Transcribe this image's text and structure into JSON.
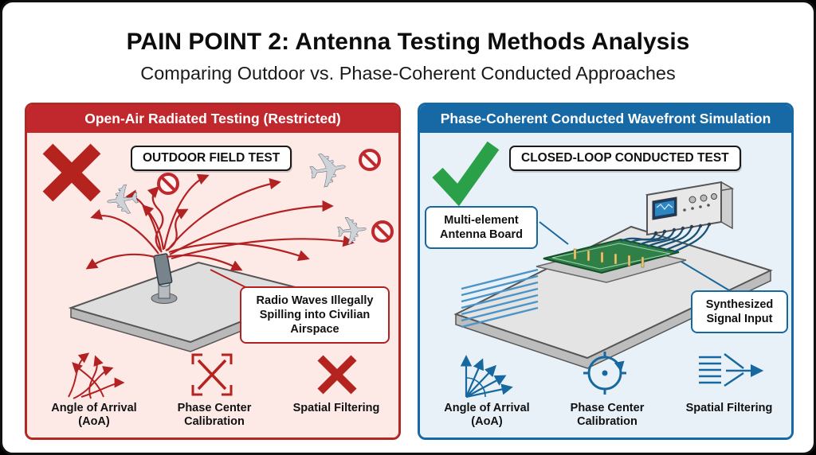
{
  "title": "PAIN POINT 2: Antenna Testing Methods Analysis",
  "subtitle": "Comparing Outdoor vs. Phase-Coherent Conducted Approaches",
  "glyphs": {
    "plane": "✈"
  },
  "colors": {
    "restricted_red": "#b52524",
    "red_header": "#c0282e",
    "panel_red_bg": "#fdeae7",
    "approved_blue": "#1769a6",
    "panel_blue_bg": "#e9f1f8",
    "check_green": "#2aa148",
    "pcb_green": "#2f8048",
    "cable_blue": "#1a5276"
  },
  "left": {
    "header": "Open-Air Radiated Testing (Restricted)",
    "badge": "OUTDOOR FIELD TEST",
    "callout": "Radio Waves Illegally Spilling into Civilian Airspace",
    "status_icon": "cross-mark-icon",
    "features": [
      {
        "line1": "Angle of Arrival",
        "line2": "(AoA)",
        "icon": "aoa-scatter-icon"
      },
      {
        "line1": "Phase Center",
        "line2": "Calibration",
        "icon": "phase-center-crossed-icon"
      },
      {
        "line1": "Spatial Filtering",
        "line2": "",
        "icon": "spatial-filtering-cross-icon"
      }
    ]
  },
  "right": {
    "header": "Phase-Coherent Conducted Wavefront Simulation",
    "badge": "CLOSED-LOOP CONDUCTED TEST",
    "callout_board": "Multi-element Antenna Board",
    "callout_signal": "Synthesized Signal Input",
    "status_icon": "check-mark-icon",
    "features": [
      {
        "line1": "Angle of Arrival",
        "line2": "(AoA)",
        "icon": "aoa-fan-icon"
      },
      {
        "line1": "Phase Center",
        "line2": "Calibration",
        "icon": "phase-center-dial-icon"
      },
      {
        "line1": "Spatial Filtering",
        "line2": "",
        "icon": "spatial-filtering-funnel-icon"
      }
    ]
  }
}
